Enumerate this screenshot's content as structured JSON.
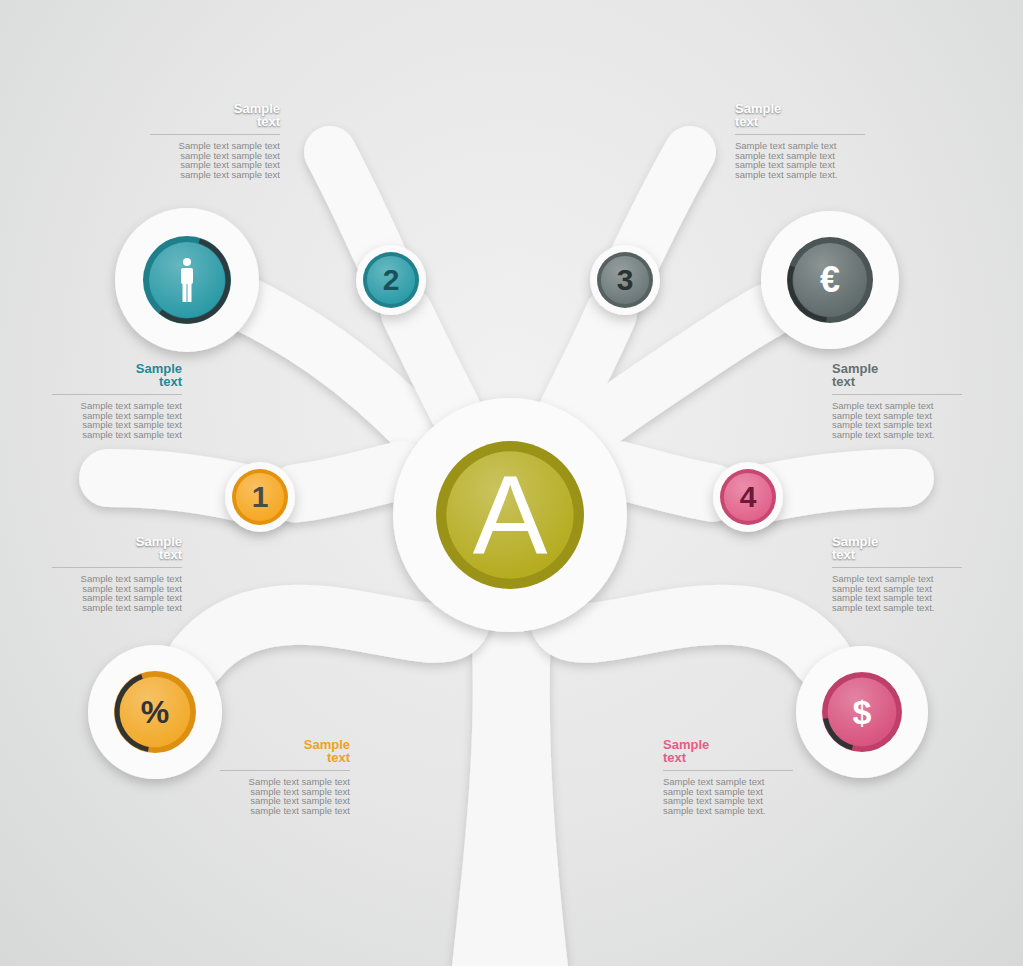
{
  "diagram": {
    "nodes": [
      {
        "text": [
          "A"
        ]
      },
      {
        "text": [
          "1"
        ]
      },
      {
        "text": [
          "2"
        ]
      },
      {
        "text": [
          "3"
        ]
      },
      {
        "text": [
          "4"
        ]
      },
      {
        "text": [
          "€"
        ]
      },
      {
        "text": [
          "%"
        ]
      },
      {
        "text": [
          "$"
        ]
      }
    ],
    "edges": [
      {
        "from": 0,
        "to": 1,
        "arrow": "none"
      },
      {
        "from": 0,
        "to": 2,
        "arrow": "none"
      },
      {
        "from": 0,
        "to": 3,
        "arrow": "none"
      },
      {
        "from": 0,
        "to": 4,
        "arrow": "none"
      },
      {
        "from": 0,
        "to": 5,
        "arrow": "none"
      },
      {
        "from": 0,
        "to": 6,
        "arrow": "none"
      },
      {
        "from": 0,
        "to": 7,
        "arrow": "none"
      }
    ],
    "labels": [
      "Sample text",
      "Sample text sample text sample text sample text sample text sample text sample text sample text",
      "Sample text",
      "Sample text sample text sample text sample text sample text sample text sample text sample text.",
      "Sample text",
      "Sample text sample text sample text sample text sample text sample text sample text sample text",
      "Sample text",
      "Sample text sample text sample text sample text sample text sample text sample text sample text.",
      "Sample text",
      "Sample text sample text sample text sample text sample text sample text sample text sample text",
      "Sample text",
      "Sample text sample text sample text sample text sample text sample text sample text sample text.",
      "Sample text",
      "Sample text sample text sample text sample text sample text sample text sample text sample text",
      "Sample text",
      "Sample text sample text sample text sample text sample text sample text sample text sample text."
    ]
  }
}
